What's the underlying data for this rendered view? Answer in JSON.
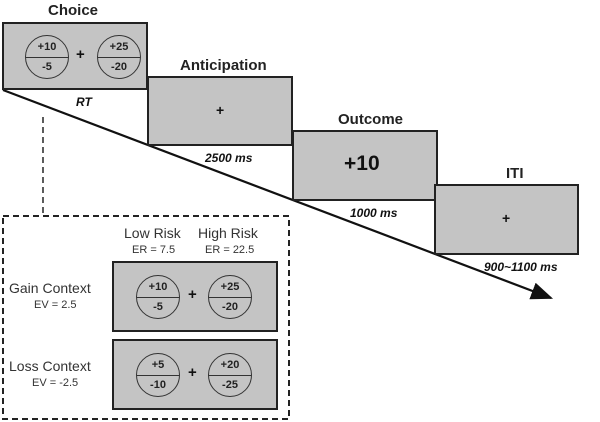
{
  "stages": [
    {
      "title": "Choice",
      "duration": "RT",
      "options": [
        {
          "gain": "+10",
          "loss": "-5"
        },
        {
          "gain": "+25",
          "loss": "-20"
        }
      ],
      "center": "+"
    },
    {
      "title": "Anticipation",
      "duration": "2500 ms",
      "center": "+"
    },
    {
      "title": "Outcome",
      "duration": "1000 ms",
      "center": "+10"
    },
    {
      "title": "ITI",
      "duration": "900~1100 ms",
      "center": "+"
    }
  ],
  "conditions": {
    "column_headers": [
      {
        "label": "Low Risk",
        "er": "ER = 7.5"
      },
      {
        "label": "High Risk",
        "er": "ER = 22.5"
      }
    ],
    "rows": [
      {
        "label": "Gain Context",
        "ev": "EV = 2.5",
        "options": [
          {
            "gain": "+10",
            "loss": "-5"
          },
          {
            "gain": "+25",
            "loss": "-20"
          }
        ],
        "center": "+"
      },
      {
        "label": "Loss Context",
        "ev": "EV = -2.5",
        "options": [
          {
            "gain": "+5",
            "loss": "-10"
          },
          {
            "gain": "+20",
            "loss": "-25"
          }
        ],
        "center": "+"
      }
    ]
  },
  "colors": {
    "screen_fill": "#c4c4c4",
    "stroke": "#222222"
  }
}
